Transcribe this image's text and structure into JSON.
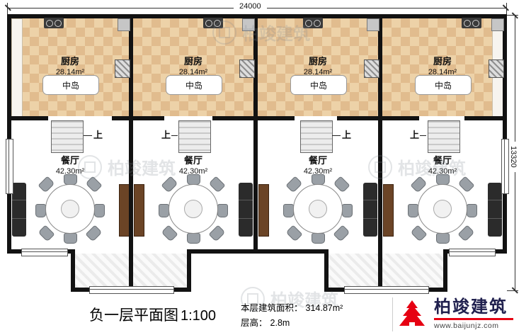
{
  "plan": {
    "dim_top": "24000",
    "dim_right": "13320"
  },
  "units": [
    {
      "kitchen_name": "厨房",
      "kitchen_area": "28.14m²",
      "island": "中岛",
      "stair_up": "上",
      "dining_name": "餐厅",
      "dining_area": "42.30m²"
    },
    {
      "kitchen_name": "厨房",
      "kitchen_area": "28.14m²",
      "island": "中岛",
      "stair_up": "上",
      "dining_name": "餐厅",
      "dining_area": "42.30m²"
    },
    {
      "kitchen_name": "厨房",
      "kitchen_area": "28.14m²",
      "island": "中岛",
      "stair_up": "上",
      "dining_name": "餐厅",
      "dining_area": "42.30m²"
    },
    {
      "kitchen_name": "厨房",
      "kitchen_area": "28.14m²",
      "island": "中岛",
      "stair_up": "上",
      "dining_name": "餐厅",
      "dining_area": "42.30m²"
    }
  ],
  "footer": {
    "title": "负一层平面图",
    "scale": "1:100",
    "area_label": "本层建筑面积：",
    "area_value": "314.87m²",
    "height_label": "层高：",
    "height_value": "2.8m"
  },
  "brand": {
    "name": "柏竣建筑",
    "website": "www.baijunjz.com"
  },
  "watermark": "柏竣建筑",
  "colors": {
    "wall": "#121212",
    "kitchen_floor": "#edd2a8",
    "accent_red": "#e60012",
    "brand_text": "#20204e"
  }
}
